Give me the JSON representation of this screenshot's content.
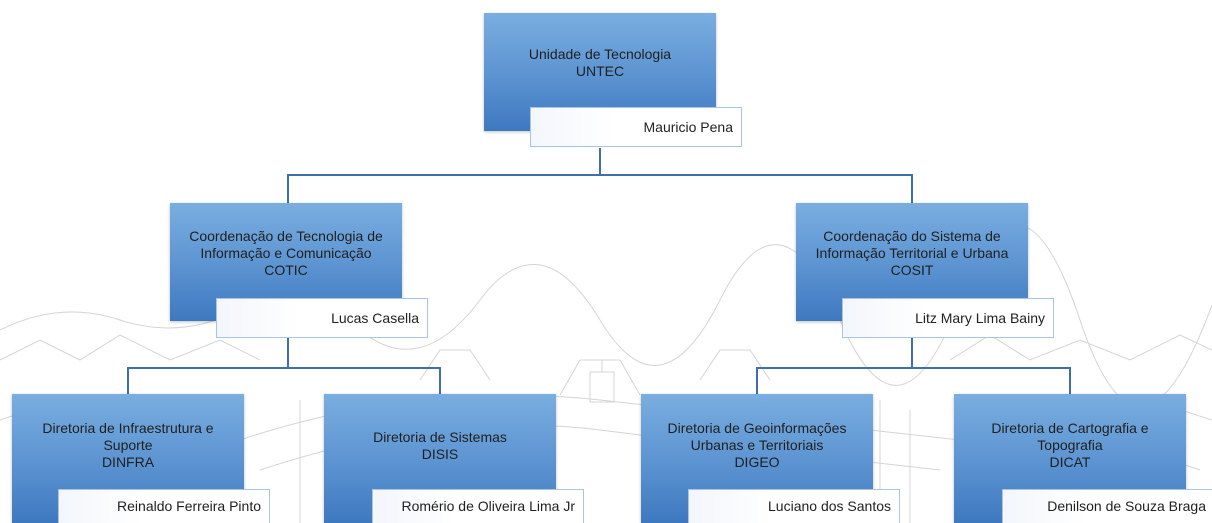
{
  "root": {
    "name": "Unidade de Tecnologia",
    "acronym": "UNTEC",
    "head": "Mauricio Pena"
  },
  "coordinations": [
    {
      "name_line1": "Coordenação de Tecnologia de",
      "name_line2": "Informação e Comunicação",
      "acronym": "COTIC",
      "head": "Lucas Casella"
    },
    {
      "name_line1": "Coordenação do Sistema de",
      "name_line2": "Informação Territorial e Urbana",
      "acronym": "COSIT",
      "head": "Litz Mary Lima Bainy"
    }
  ],
  "directorates": [
    {
      "name_line1": "Diretoria de Infraestrutura e",
      "name_line2": "Suporte",
      "acronym": "DINFRA",
      "head": "Reinaldo Ferreira Pinto"
    },
    {
      "name_line1": "Diretoria de Sistemas",
      "name_line2": "",
      "acronym": "DISIS",
      "head": "Romério de Oliveira Lima Jr"
    },
    {
      "name_line1": "Diretoria de Geoinformações",
      "name_line2": "Urbanas e Territoriais",
      "acronym": "DIGEO",
      "head": "Luciano dos Santos"
    },
    {
      "name_line1": "Diretoria de Cartografia e",
      "name_line2": "Topografia",
      "acronym": "DICAT",
      "head": "Denilson de Souza Braga"
    }
  ],
  "colors": {
    "box": "#5b93d1",
    "connector": "#3f6fa8",
    "watermark": "#c8c8c8"
  }
}
